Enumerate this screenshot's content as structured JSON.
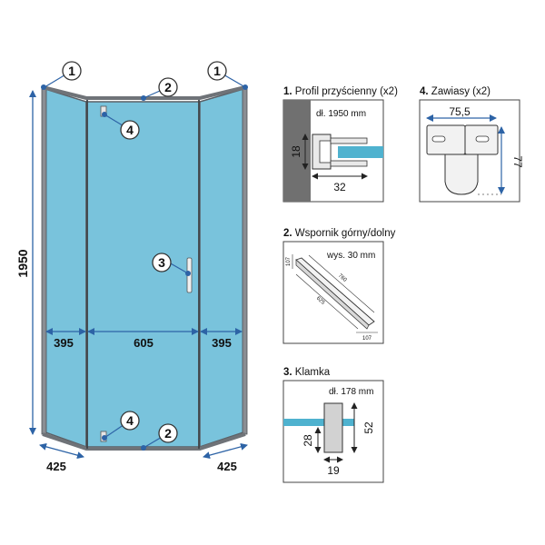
{
  "callouts": {
    "profile": "1",
    "bracket": "2",
    "handle": "3",
    "hinge": "4"
  },
  "main": {
    "height": "1950",
    "side_width_left": "395",
    "door_width": "605",
    "side_width_right": "395",
    "depth_left": "425",
    "depth_right": "425"
  },
  "details": {
    "profile": {
      "title_num": "1.",
      "title": "Profil przyścienny (x2)",
      "length": "dł. 1950 mm",
      "dim_h": "18",
      "dim_w": "32"
    },
    "hinge": {
      "title_num": "4.",
      "title": "Zawiasy (x2)",
      "dim_w": "75,5",
      "dim_h": "77"
    },
    "bracket": {
      "title_num": "2.",
      "title": "Wspornik górny/dolny",
      "height": "wys. 30 mm",
      "dim_a": "107",
      "dim_long": "760",
      "dim_inner": "625",
      "dim_b": "107"
    },
    "handle": {
      "title_num": "3.",
      "title": "Klamka",
      "length": "dł. 178 mm",
      "dim_total": "52",
      "dim_part": "28",
      "dim_w": "19"
    }
  },
  "colors": {
    "glass": "#79c3dc",
    "frame": "#6f7378",
    "accent": "#2d63a6",
    "wall": "#707070"
  }
}
